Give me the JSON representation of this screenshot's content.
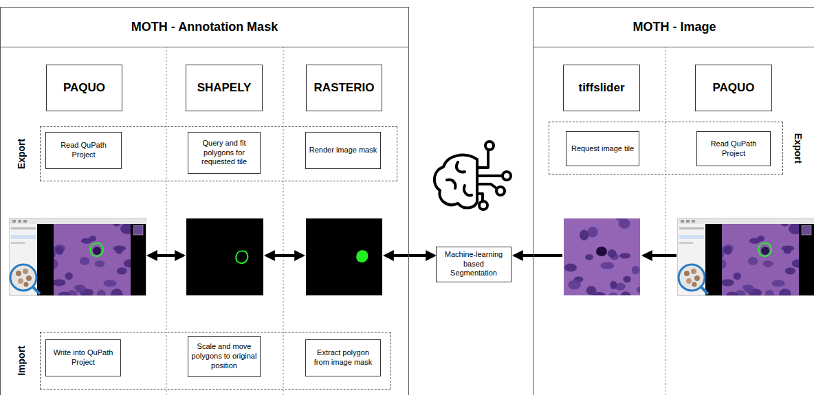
{
  "diagram": {
    "nodes": [
      {
        "text": [
          "MOTH - Annotation Mask"
        ]
      },
      {
        "text": [
          "PAQUO"
        ],
        "in": 0
      },
      {
        "text": [
          "SHAPELY"
        ],
        "in": 0
      },
      {
        "text": [
          "RASTERIO"
        ],
        "in": 0
      },
      {
        "text": [
          "Export"
        ],
        "in": 0
      },
      {
        "text": [
          "Read QuPath Project"
        ],
        "in": 4
      },
      {
        "text": [
          "Query and fit polygons for requested tile"
        ],
        "in": 4
      },
      {
        "text": [
          "Render image mask"
        ],
        "in": 4
      },
      {
        "text": [
          "Import"
        ],
        "in": 0
      },
      {
        "text": [
          "Write into QuPath Project"
        ],
        "in": 8
      },
      {
        "text": [
          "Scale and move polygons to original position"
        ],
        "in": 8
      },
      {
        "text": [
          "Extract polygon from image mask"
        ],
        "in": 8
      },
      {
        "text": [
          "Machine-learning based Segmentation"
        ]
      },
      {
        "text": [
          "MOTH - Image"
        ]
      },
      {
        "text": [
          "tiffslider"
        ],
        "in": 13
      },
      {
        "text": [
          "PAQUO"
        ],
        "in": 13
      },
      {
        "text": [
          "Export"
        ],
        "in": 13
      },
      {
        "text": [
          "Request image tile"
        ],
        "in": 16
      },
      {
        "text": [
          "Read QuPath Project"
        ],
        "in": 16
      }
    ]
  }
}
